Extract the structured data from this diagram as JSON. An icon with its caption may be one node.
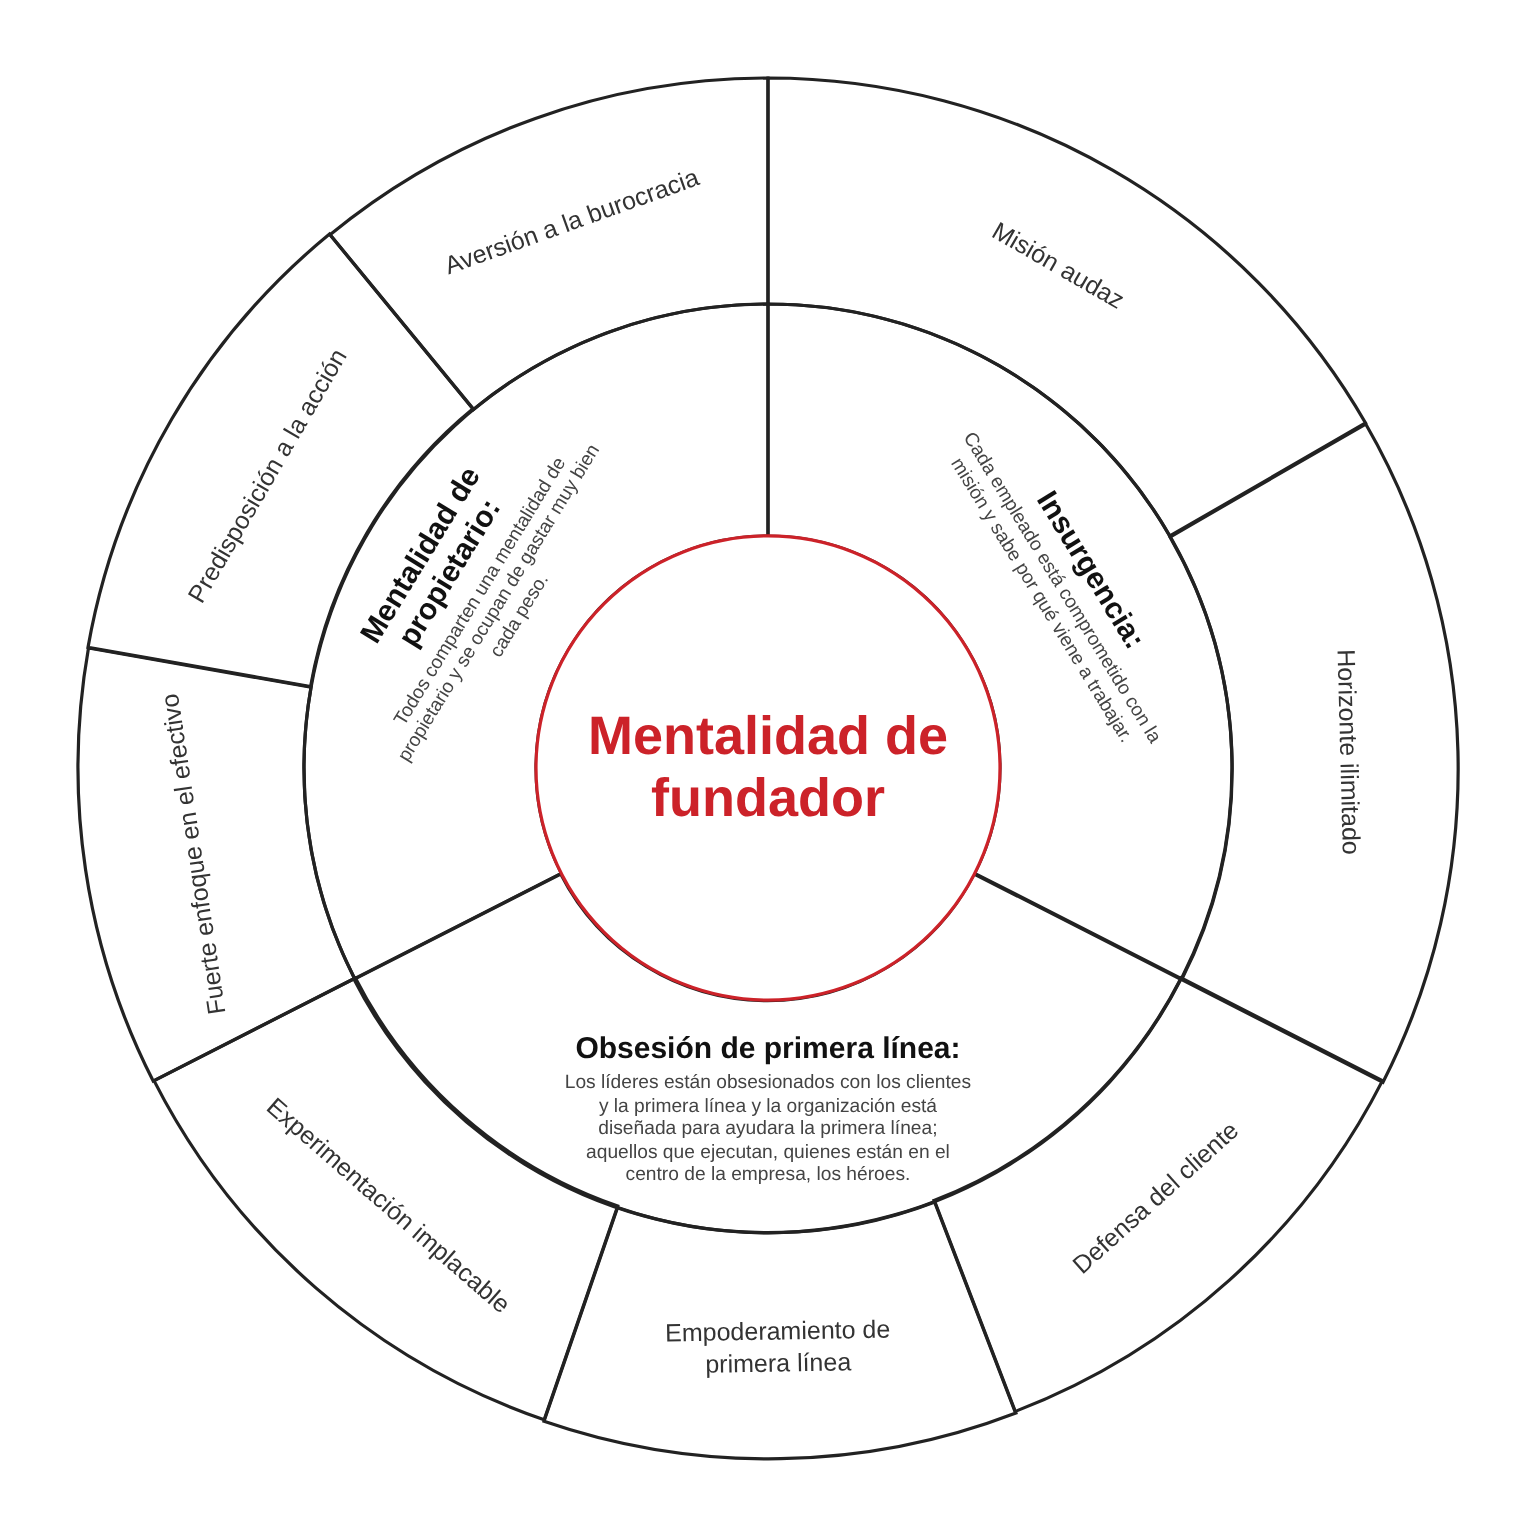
{
  "diagram": {
    "nodes": [
      {
        "text": [
          "Mentalidad de fundador"
        ]
      },
      {
        "text": [
          "Mentalidad de propietario:",
          "Todos comparten una mentalidad de propietario y se ocupan de gastar muy bien cada peso."
        ]
      },
      {
        "text": [
          "Insurgencia:",
          "Cada empleado está comprometido con la misión y sabe por qué viene a trabajar."
        ]
      },
      {
        "text": [
          "Obsesión de primera línea:",
          "Los líderes están obsesionados con los clientes y la primera línea y la organización está diseñada para ayudara la primera línea; aquellos que ejecutan, quienes están en el centro de la empresa, los héroes."
        ]
      },
      {
        "text": [
          "Aversión a la burocracia"
        ]
      },
      {
        "text": [
          "Misión audaz"
        ]
      },
      {
        "text": [
          "Horizonte ilimitado"
        ]
      },
      {
        "text": [
          "Defensa del cliente"
        ]
      },
      {
        "text": [
          "Empoderamiento de primera línea"
        ]
      },
      {
        "text": [
          "Experimentación implacable"
        ]
      },
      {
        "text": [
          "Fuerte enfoque en el efectivo"
        ]
      },
      {
        "text": [
          "Predisposición a la acción"
        ]
      }
    ]
  }
}
